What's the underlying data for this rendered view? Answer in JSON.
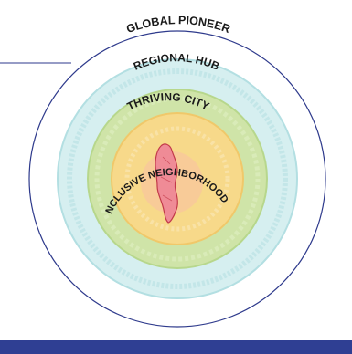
{
  "rings": [
    {
      "label": "GLOBAL PIONEER",
      "color": "#ffffff"
    },
    {
      "label": "REGIONAL HUB",
      "color": "#d6eff0"
    },
    {
      "label": "THRIVING CITY",
      "color": "#cfe4a8"
    },
    {
      "label": "INCLUSIVE NEIGHBORHOODS",
      "color": "#f7d98a"
    }
  ],
  "colors": {
    "outline": "#2e3a8c",
    "map_fill": "#ef8b96",
    "map_stroke": "#c23a4a",
    "core_glow": "#f8c89a",
    "bottom_bar": "#2f3f93"
  },
  "icons": {
    "map": "manhattan-island-map"
  }
}
